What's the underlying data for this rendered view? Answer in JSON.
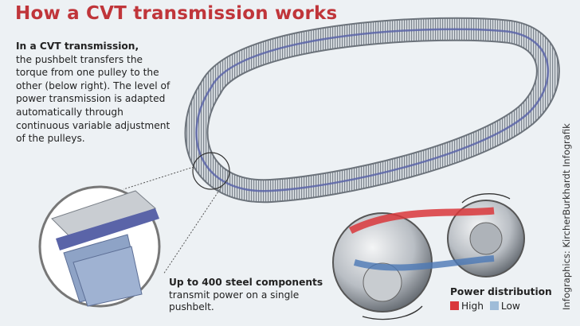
{
  "title": "How a CVT transmission works",
  "intro": {
    "lead": "In a CVT transmission,",
    "body": "the pushbelt transfers the torque from one pulley to the other (below right). The level of power transmission is adapted automatically through continuous variable adjustment of the pulleys."
  },
  "caption": {
    "lead": "Up to 400 steel components",
    "body": "transmit power on a single pushbelt."
  },
  "legend": {
    "title": "Power distribution",
    "items": [
      {
        "label": "High",
        "color": "#d9373b"
      },
      {
        "label": "Low",
        "color": "#9fbcd8"
      }
    ]
  },
  "credit": "Infographics: KircherBurkhardt Infografik",
  "colors": {
    "title": "#c0353a",
    "belt_band": "#5a64a8",
    "background": "#edf1f4"
  }
}
